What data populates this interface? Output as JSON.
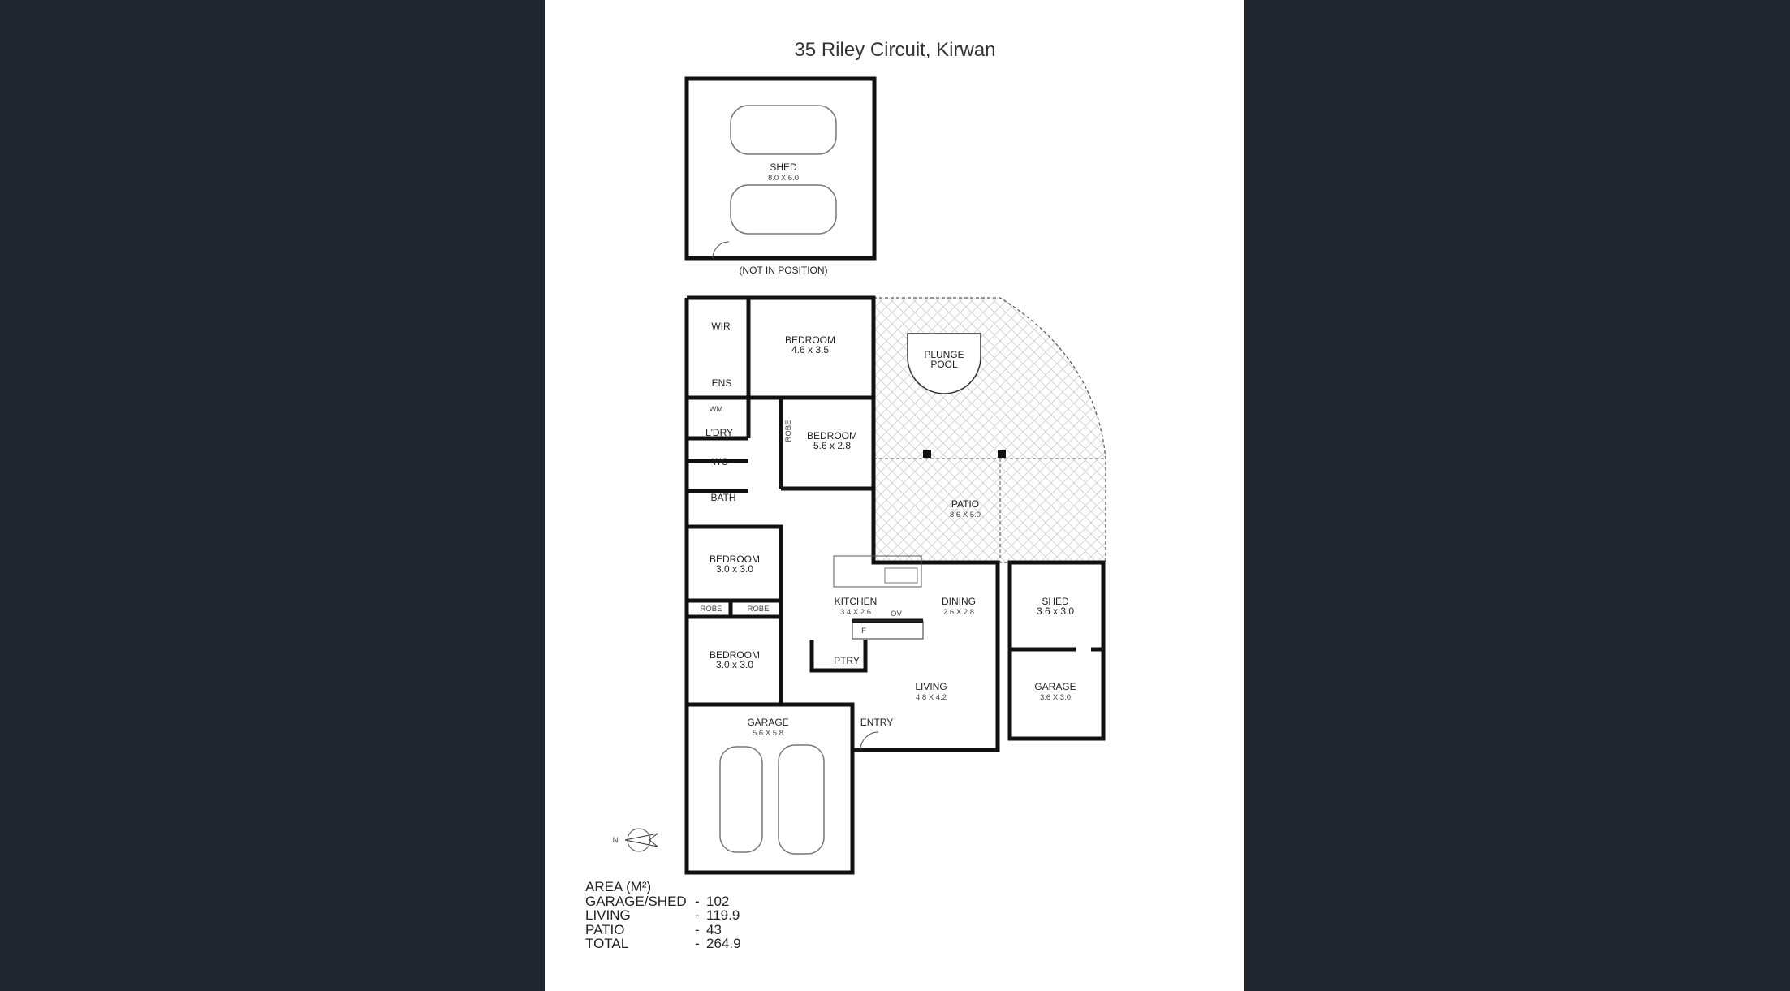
{
  "title": "35 Riley Circuit, Kirwan",
  "shed_top": {
    "name": "SHED",
    "size": "8.0 X 6.0",
    "note": "(NOT IN POSITION)"
  },
  "rooms": {
    "bed1": {
      "name": "BEDROOM",
      "size": "4.6 x 3.5"
    },
    "bed2": {
      "name": "BEDROOM",
      "size": "5.6 x 2.8"
    },
    "bed3": {
      "name": "BEDROOM",
      "size": "3.0 x 3.0"
    },
    "bed4": {
      "name": "BEDROOM",
      "size": "3.0 x 3.0"
    },
    "pool": {
      "line1": "PLUNGE",
      "line2": "POOL"
    },
    "patio": {
      "name": "PATIO",
      "size": "8.6 X 5.0"
    },
    "wir": "WIR",
    "ens": "ENS",
    "wm": "WM",
    "ldry": "L'DRY",
    "wc": "WC",
    "bath": "BATH",
    "robe": "ROBE",
    "kitchen": {
      "name": "KITCHEN",
      "size": "3.4 X 2.6"
    },
    "ov": "OV",
    "f": "F",
    "ptry": "PTRY",
    "dining": {
      "name": "DINING",
      "size": "2.6 X 2.8"
    },
    "living": {
      "name": "LIVING",
      "size": "4.8 X 4.2"
    },
    "entry": "ENTRY",
    "garage": {
      "name": "GARAGE",
      "size": "5.6 X 5.8"
    },
    "shed2": {
      "name": "SHED",
      "size": "3.6 x 3.0"
    },
    "garage2": {
      "name": "GARAGE",
      "size": "3.6 X 3.0"
    }
  },
  "compass": {
    "north": "N"
  },
  "area": {
    "heading": "AREA (M²)",
    "rows": [
      {
        "label": "GARAGE/SHED",
        "dash": "-",
        "value": "102"
      },
      {
        "label": "LIVING",
        "dash": "-",
        "value": "119.9"
      },
      {
        "label": "PATIO",
        "dash": "-",
        "value": "43"
      },
      {
        "label": "TOTAL",
        "dash": "-",
        "value": "264.9"
      }
    ]
  }
}
